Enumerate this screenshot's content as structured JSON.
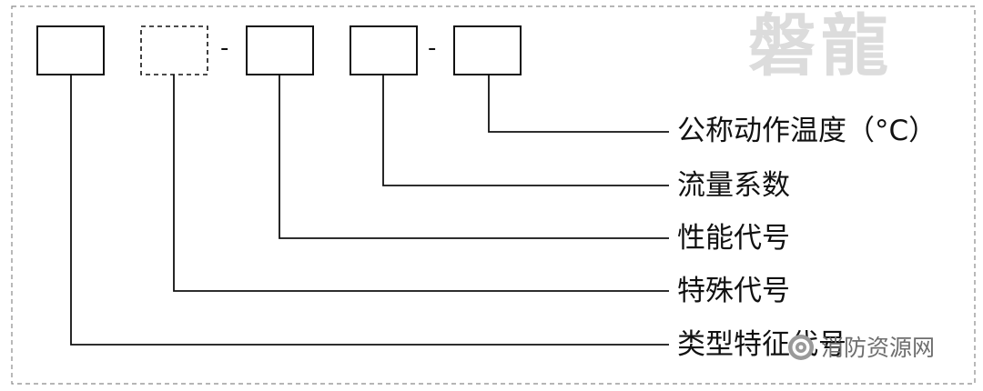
{
  "watermark": "磐龍",
  "separators": [
    "-",
    "-"
  ],
  "labels": {
    "temperature": "公称动作温度（°C）",
    "flow_coefficient": "流量系数",
    "performance_code": "性能代号",
    "special_code": "特殊代号",
    "type_feature_code": "类型特征代号"
  },
  "source_badge": {
    "text": "消防资源网",
    "icon": "wechat-official-account-icon"
  }
}
